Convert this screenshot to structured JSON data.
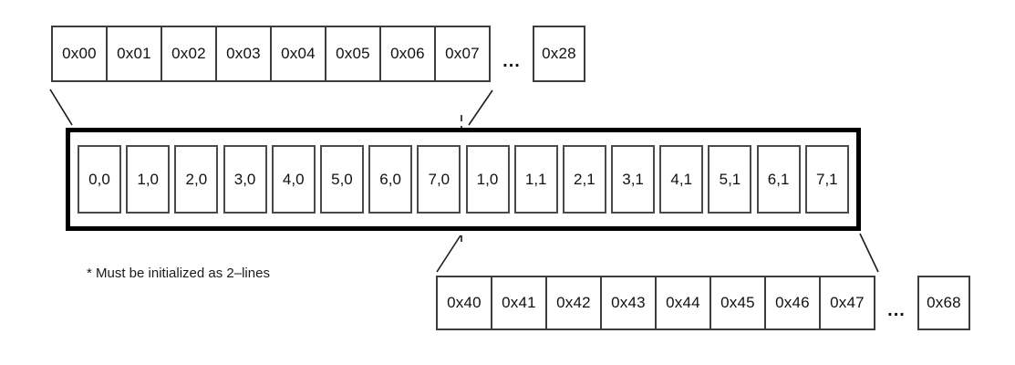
{
  "diagram": {
    "top_strip": {
      "cells": [
        "0x00",
        "0x01",
        "0x02",
        "0x03",
        "0x04",
        "0x05",
        "0x06",
        "0x07"
      ],
      "ellipsis": "...",
      "last_cell": "0x28"
    },
    "buffer": {
      "cells": [
        "0,0",
        "1,0",
        "2,0",
        "3,0",
        "4,0",
        "5,0",
        "6,0",
        "7,0",
        "1,0",
        "1,1",
        "2,1",
        "3,1",
        "4,1",
        "5,1",
        "6,1",
        "7,1"
      ]
    },
    "bottom_strip": {
      "cells": [
        "0x40",
        "0x41",
        "0x42",
        "0x43",
        "0x44",
        "0x45",
        "0x46",
        "0x47"
      ],
      "ellipsis": "...",
      "last_cell": "0x68"
    },
    "footnote": "* Must be initialized as 2–lines",
    "colors": {
      "background": "#ffffff",
      "container_border": "#000000",
      "cell_border": "#3d3d3d",
      "line": "#1a1a1a"
    }
  }
}
